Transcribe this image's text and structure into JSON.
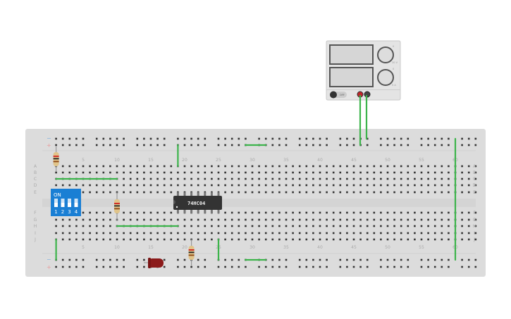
{
  "breadboard": {
    "columns": 63,
    "column_labels": [
      "5",
      "10",
      "15",
      "20",
      "25",
      "30",
      "35",
      "40",
      "45",
      "50",
      "55",
      "60"
    ],
    "top_rows": [
      "A",
      "B",
      "C",
      "D",
      "E"
    ],
    "bottom_rows": [
      "F",
      "G",
      "H",
      "I",
      "J"
    ],
    "rail_minus": "−",
    "rail_plus": "+",
    "colors": {
      "board": "#dcdcdc",
      "hole": "#333333",
      "wire": "#3cb44b",
      "rail_minus": "#7fb0e0",
      "rail_plus": "#e89a9a"
    }
  },
  "ic": {
    "label": "74HC04"
  },
  "dip_switch": {
    "label": "ON",
    "switches": [
      "1",
      "2",
      "3",
      "4"
    ],
    "color": "#1a7fd4"
  },
  "power_supply": {
    "switch_label": "OFF",
    "knob_labels": [
      "0",
      "30 V",
      "0",
      "5 A"
    ]
  },
  "led": {
    "color": "#8b1a1a"
  }
}
